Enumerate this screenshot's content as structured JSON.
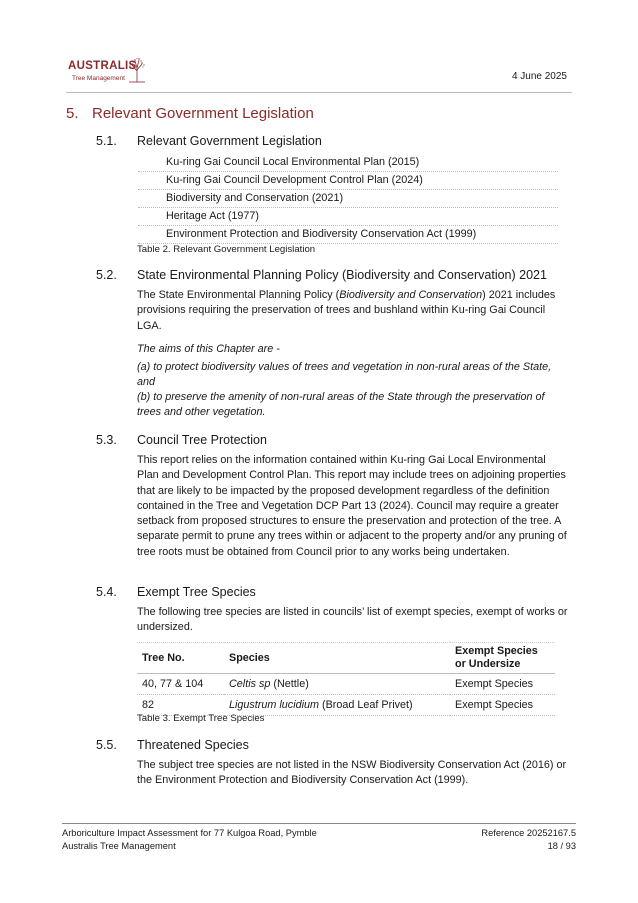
{
  "header": {
    "logo_name": "AUSTRALIS",
    "logo_sub": "Tree Management",
    "date": "4 June 2025"
  },
  "section": {
    "number": "5.",
    "title": "Relevant Government Legislation"
  },
  "s51": {
    "number": "5.1.",
    "title": "Relevant Government Legislation",
    "items": [
      "Ku-ring Gai Council Local Environmental Plan (2015)",
      "Ku-ring Gai Council Development Control Plan (2024)",
      "Biodiversity and Conservation (2021)",
      "Heritage Act (1977)",
      "Environment Protection and Biodiversity Conservation Act (1999)"
    ],
    "caption": "Table 2. Relevant Government Legislation"
  },
  "s52": {
    "number": "5.2.",
    "title": "State Environmental Planning Policy (Biodiversity and Conservation) 2021",
    "p1_a": "The State Environmental Planning Policy (",
    "p1_it": "Biodiversity and Conservation",
    "p1_b": ") 2021 includes provisions requiring the preservation of trees and bushland within Ku-ring Gai Council LGA.",
    "aims": "The aims of this Chapter are -",
    "aim_a": "(a) to protect biodiversity values of trees and vegetation in non-rural areas of the State, and",
    "aim_b": "(b) to preserve the amenity of non-rural areas of the State through the preservation of trees and other vegetation."
  },
  "s53": {
    "number": "5.3.",
    "title": "Council Tree Protection",
    "text": "This report relies on the information contained within Ku-ring Gai Local Environmental Plan and Development Control Plan. This report may include trees on adjoining properties that are likely to be impacted by the proposed development regardless of the definition contained in the Tree and Vegetation DCP Part 13 (2024). Council may require a greater setback from proposed structures to ensure the preservation and protection of the tree. A separate permit to prune any trees within or adjacent to the property and/or any pruning of tree roots must be obtained from Council prior to any works being undertaken."
  },
  "s54": {
    "number": "5.4.",
    "title": "Exempt Tree Species",
    "text": "The following tree species are listed in councils’ list of exempt species, exempt of works or undersized.",
    "headers": {
      "tree": "Tree No.",
      "species": "Species",
      "exempt_1": "Exempt Species",
      "exempt_2": "or Undersize"
    },
    "rows": [
      {
        "tree": "40, 77 & 104",
        "species_it": "Celtis sp",
        "species_rest": " (Nettle)",
        "exempt": "Exempt Species"
      },
      {
        "tree": "82",
        "species_it": "Ligustrum lucidium",
        "species_rest": " (Broad Leaf Privet)",
        "exempt": "Exempt Species"
      }
    ],
    "caption": "Table 3. Exempt Tree Species"
  },
  "s55": {
    "number": "5.5.",
    "title": "Threatened Species",
    "text": "The subject tree species are not listed in the NSW Biodiversity Conservation Act (2016) or the Environment Protection and Biodiversity Conservation Act (1999)."
  },
  "footer": {
    "left_1": "Arboriculture Impact Assessment for 77 Kulgoa Road, Pymble",
    "left_2": "Australis Tree Management",
    "ref": "Reference 20252167.5",
    "page": "18 / 93"
  }
}
